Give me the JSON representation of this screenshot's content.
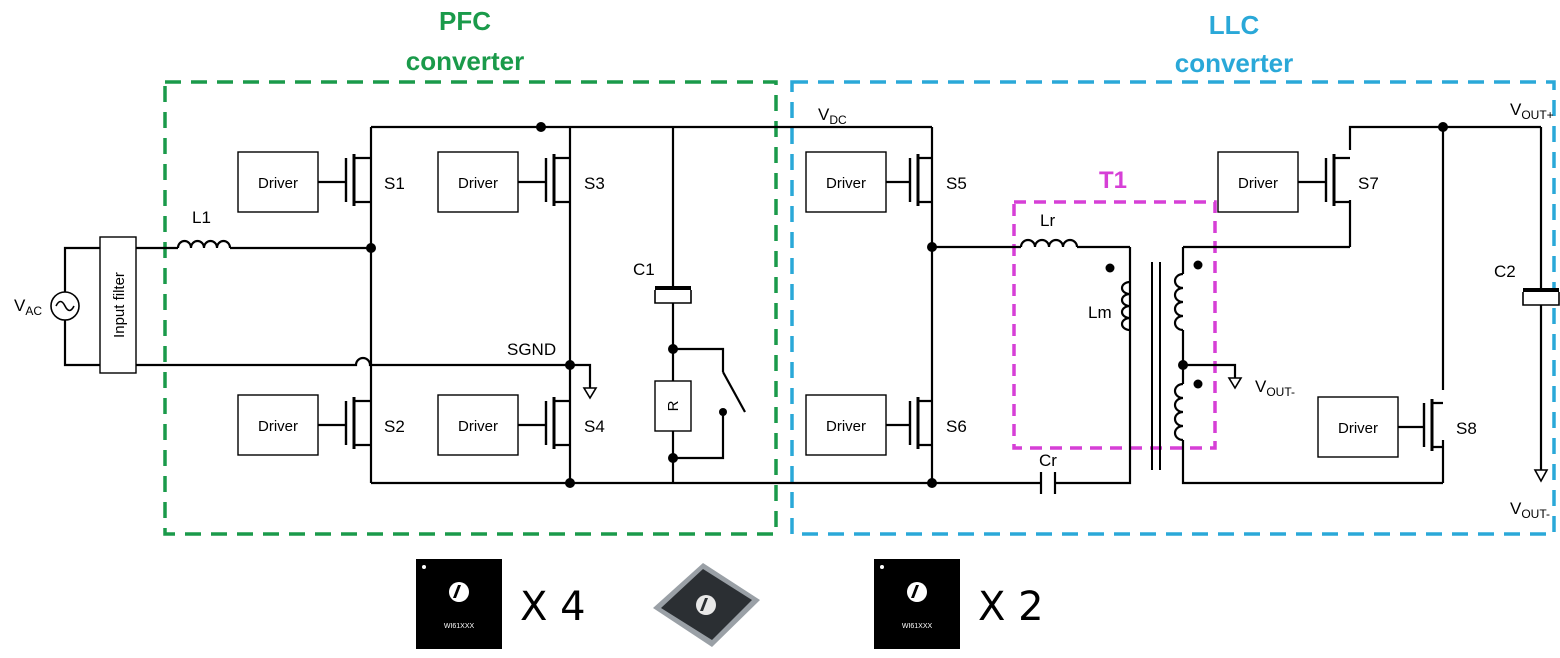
{
  "sections": {
    "pfc": {
      "title_line1": "PFC",
      "title_line2": "converter",
      "color": "#1a9a4a"
    },
    "llc": {
      "title_line1": "LLC",
      "title_line2": "converter",
      "color": "#2aa8d8"
    },
    "transformer": {
      "title": "T1",
      "color": "#d63fd6"
    }
  },
  "labels": {
    "vac_main": "V",
    "vac_sub": "AC",
    "input_filter": "Input filter",
    "l1": "L1",
    "c1": "C1",
    "r": "R",
    "sgnd": "SGND",
    "vdc_main": "V",
    "vdc_sub": "DC",
    "lr": "Lr",
    "lm": "Lm",
    "cr": "Cr",
    "c2": "C2",
    "vout_plus_main": "V",
    "vout_plus_sub": "OUT+",
    "vout_minus_main": "V",
    "vout_minus_sub": "OUT-",
    "vout_minus2_main": "V",
    "vout_minus2_sub": "OUT-"
  },
  "switches": {
    "s1": "S1",
    "s2": "S2",
    "s3": "S3",
    "s4": "S4",
    "s5": "S5",
    "s6": "S6",
    "s7": "S7",
    "s8": "S8"
  },
  "driver_label": "Driver",
  "chips": {
    "part": "WI61XXX",
    "count_a": "X 4",
    "count_b": "X 2"
  }
}
